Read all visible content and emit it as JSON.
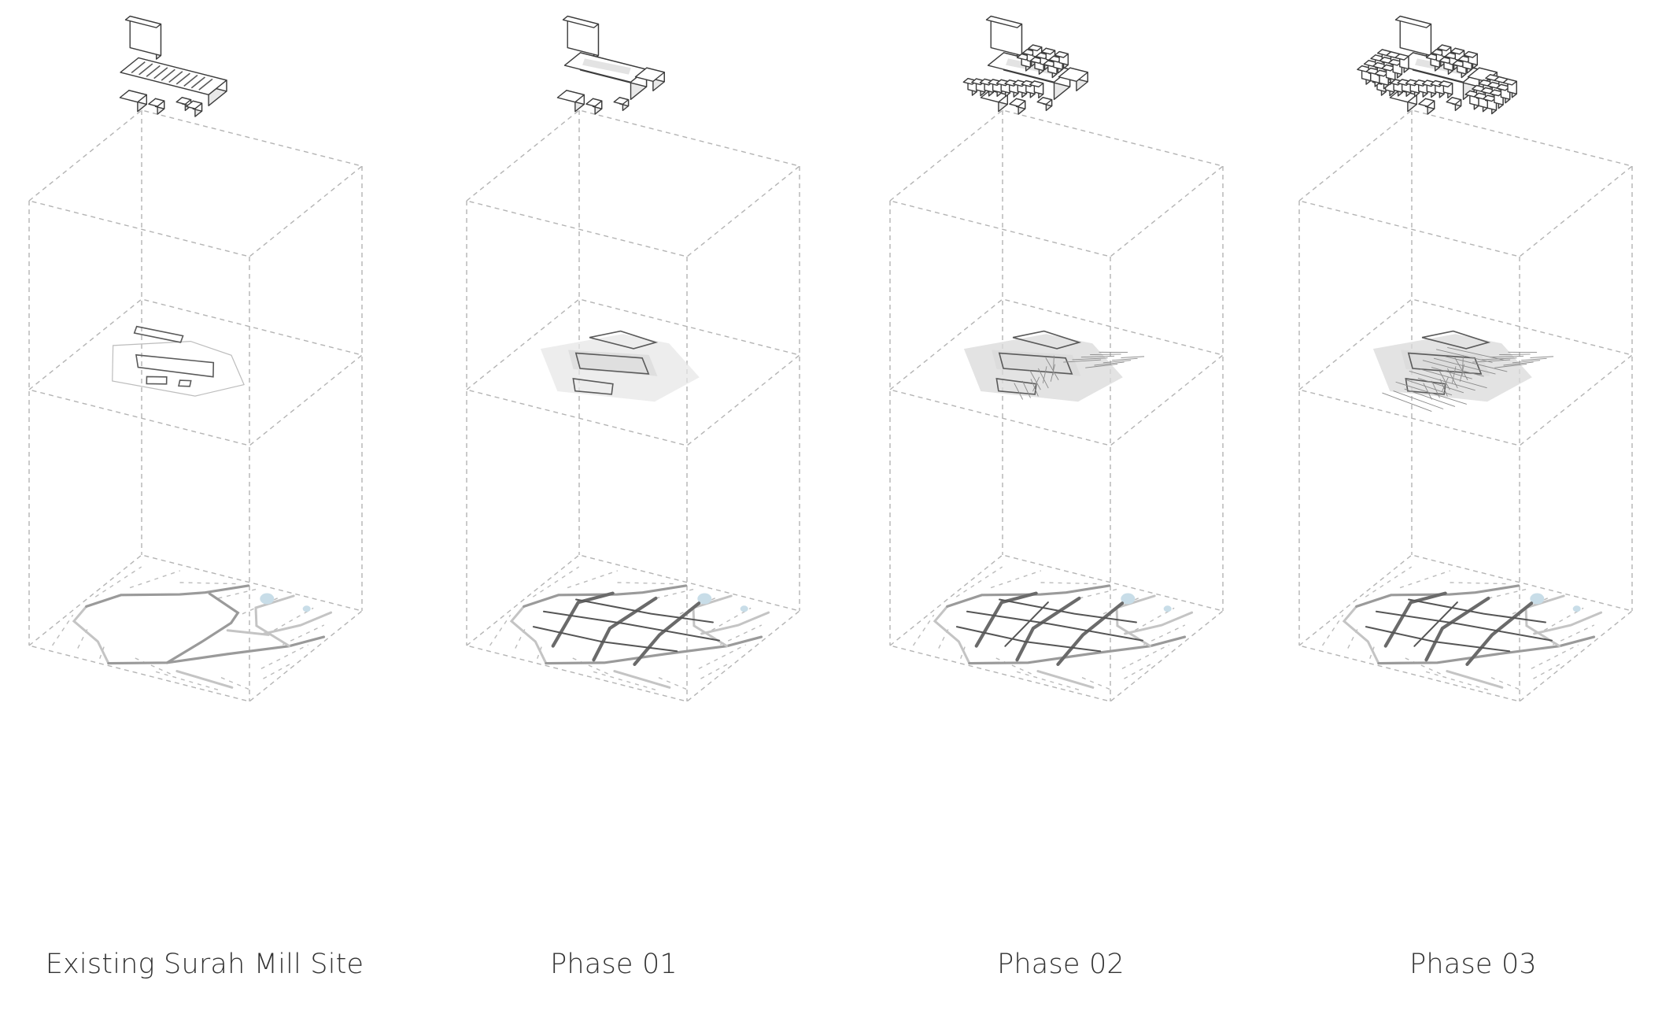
{
  "captions": [
    "Existing Surah Mill Site",
    "Phase 01",
    "Phase 02",
    "Phase 03"
  ],
  "colors": {
    "background": "#ffffff",
    "dashed_frame": "#b4b4b4",
    "building_outline": "#3c3c3c",
    "footprint_fill": "#d9d9d9",
    "street_dark": "#6a6a6a",
    "water": "#c8dde8"
  }
}
